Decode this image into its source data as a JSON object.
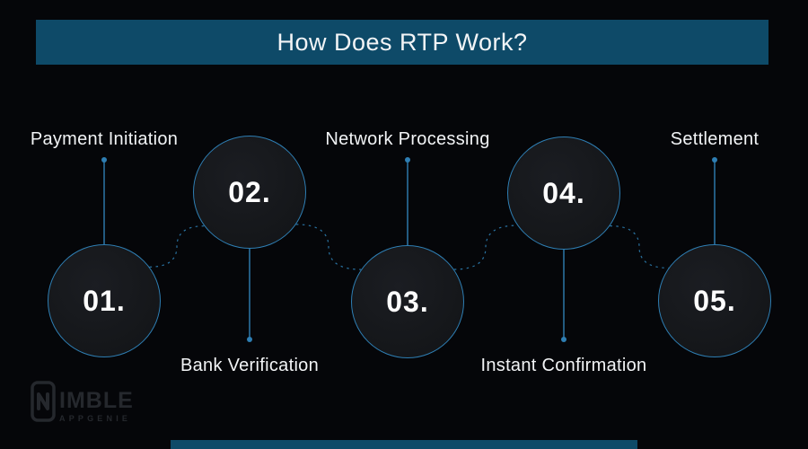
{
  "header": {
    "title": "How Does RTP Work?"
  },
  "steps": [
    {
      "number": "01.",
      "label": "Payment Initiation",
      "label_position": "above"
    },
    {
      "number": "02.",
      "label": "Bank Verification",
      "label_position": "below"
    },
    {
      "number": "03.",
      "label": "Network Processing",
      "label_position": "above"
    },
    {
      "number": "04.",
      "label": "Instant Confirmation",
      "label_position": "below"
    },
    {
      "number": "05.",
      "label": "Settlement",
      "label_position": "above"
    }
  ],
  "logo": {
    "icon": "phone-n-icon",
    "text_top": "IMBLE",
    "text_bottom": "APPGENIE"
  },
  "colors": {
    "background": "#050609",
    "header_bg": "#0e4a68",
    "accent_blue": "#2e7eb3",
    "circle_fill": "#16181d",
    "text": "#f2f4f6",
    "logo": "#25282d"
  }
}
